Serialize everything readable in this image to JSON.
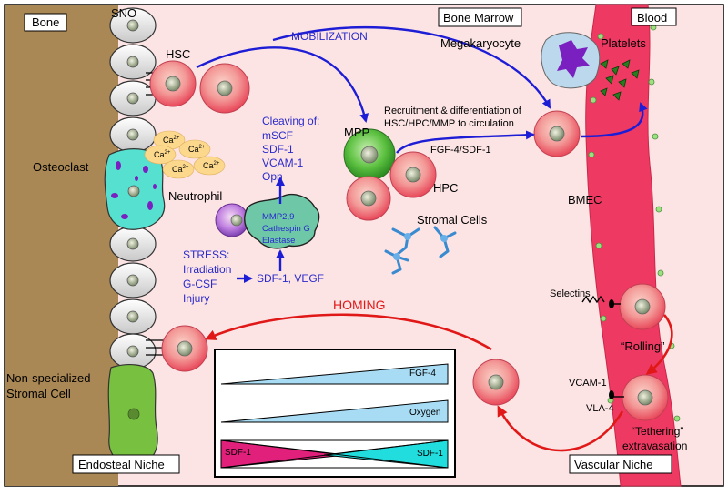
{
  "regions": {
    "bone": "Bone",
    "bone_marrow": "Bone Marrow",
    "blood": "Blood",
    "endosteal_niche": "Endosteal Niche",
    "vascular_niche": "Vascular Niche"
  },
  "cells": {
    "sno": "SNO",
    "hsc": "HSC",
    "osteoclast": "Osteoclast",
    "neutrophil": "Neutrophil",
    "mpp": "MPP",
    "hpc": "HPC",
    "stromal_cells": "Stromal Cells",
    "megakaryocyte": "Megakaryocyte",
    "platelets": "Platelets",
    "bmec": "BMEC",
    "non_specialized_1": "Non-specialized",
    "non_specialized_2": "Stromal Cell"
  },
  "ions": {
    "base": "Ca",
    "charge": "2+"
  },
  "processes": {
    "mobilization": "MOBILIZATION",
    "homing": "HOMING",
    "recruitment_1": "Recruitment & differentiation of",
    "recruitment_2": "HSC/HPC/MMP to circulation",
    "fgf_sdf": "FGF-4/SDF-1",
    "rolling": "“Rolling”",
    "tethering": "“Tethering”",
    "extravasation": "extravasation",
    "selectins": "Selectins",
    "vcam": "VCAM-1",
    "vla": "VLA-4"
  },
  "cleaving": {
    "title": "Cleaving of:",
    "items": [
      "mSCF",
      "SDF-1",
      "VCAM-1",
      "Opn"
    ]
  },
  "enzymes": [
    "MMP2,9",
    "Cathespin G",
    "Elastase"
  ],
  "stress": {
    "title": "STRESS:",
    "items": [
      "Irradiation",
      "G-CSF",
      "Injury"
    ],
    "result": "SDF-1, VEGF"
  },
  "gradients": {
    "fgf4": "FGF-4",
    "oxygen": "Oxygen",
    "sdf1_left": "SDF-1",
    "sdf1_right": "SDF-1"
  },
  "colors": {
    "bone": "#aa8855",
    "marrow": "#fde4e4",
    "blood": "#ee3a62",
    "arrow_blue": "#1d1dd6",
    "arrow_red": "#e01818",
    "label_blue": "#2a2acc",
    "gradient_blue": "#a8dcf4",
    "gradient_cyan": "#22dddd",
    "gradient_magenta": "#e0207a"
  }
}
